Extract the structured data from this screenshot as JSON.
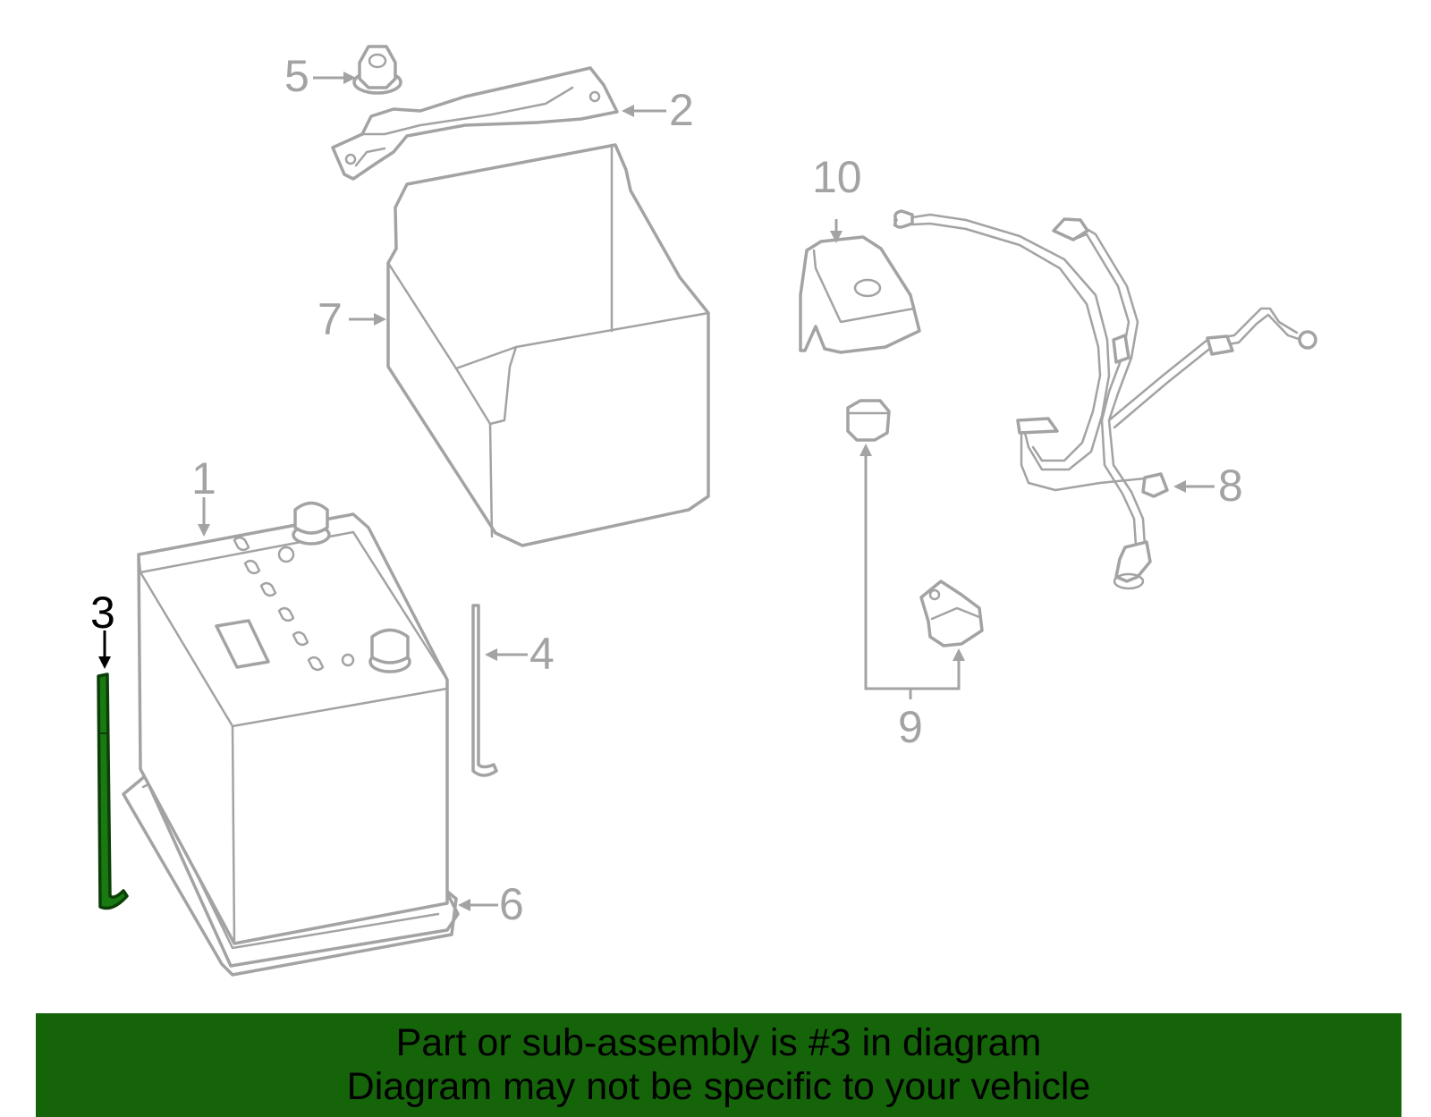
{
  "diagram": {
    "highlighted_callout": "3",
    "callouts": [
      {
        "id": "1",
        "label": "1"
      },
      {
        "id": "2",
        "label": "2"
      },
      {
        "id": "3",
        "label": "3"
      },
      {
        "id": "4",
        "label": "4"
      },
      {
        "id": "5",
        "label": "5"
      },
      {
        "id": "6",
        "label": "6"
      },
      {
        "id": "7",
        "label": "7"
      },
      {
        "id": "8",
        "label": "8"
      },
      {
        "id": "9",
        "label": "9"
      },
      {
        "id": "10",
        "label": "10"
      }
    ],
    "colors": {
      "line": "#a3a3a3",
      "highlight_fill": "#1a7a12",
      "banner_bg": "#15640a",
      "active_text": "#000000"
    }
  },
  "banner": {
    "line1": "Part or sub-assembly is #3 in diagram",
    "line2": "Diagram may not be specific to your vehicle"
  }
}
